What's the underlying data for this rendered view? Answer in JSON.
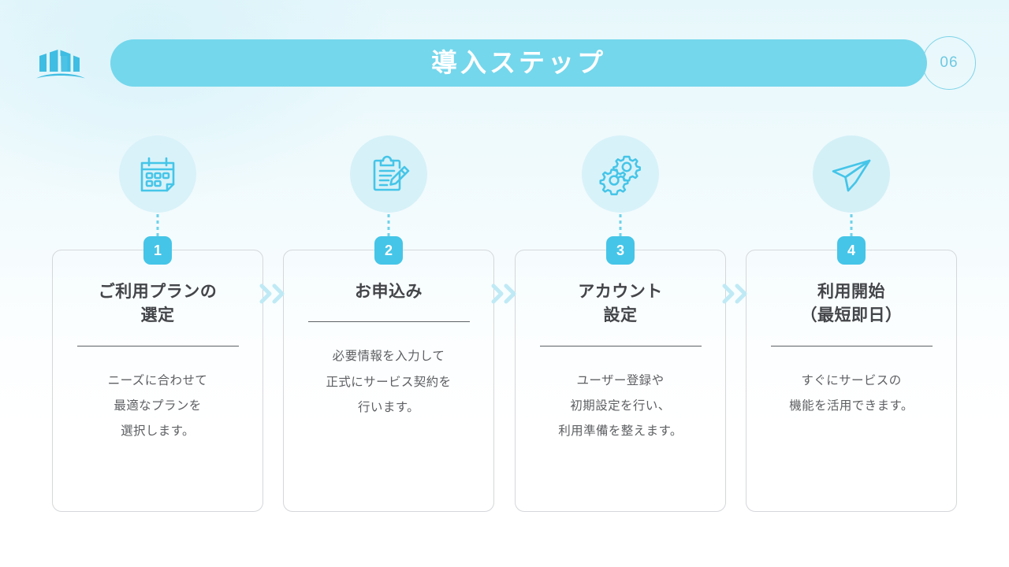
{
  "header": {
    "logo_icon": "building-logo-icon",
    "title": "導入ステップ",
    "page_number": "06",
    "banner_color": "#74d7ec",
    "page_number_color": "#6fc9e2"
  },
  "theme": {
    "accent": "#45c5e8",
    "accent_light": "#74d7ec",
    "icon_circle_bg": "#d9f2f9",
    "chevron_color": "#bfeaf5",
    "card_border": "#d5d7da",
    "title_text_color": "#434548",
    "body_text_color": "#5d5f62"
  },
  "steps": [
    {
      "number": "1",
      "icon": "calendar-icon",
      "title": "ご利用プランの\n選定",
      "body": "ニーズに合わせて\n最適なプランを\n選択します。"
    },
    {
      "number": "2",
      "icon": "clipboard-pencil-icon",
      "title": "お申込み",
      "body": "必要情報を入力して\n正式にサービス契約を\n行います。"
    },
    {
      "number": "3",
      "icon": "gears-icon",
      "title": "アカウント\n設定",
      "body": "ユーザー登録や\n初期設定を行い、\n利用準備を整えます。"
    },
    {
      "number": "4",
      "icon": "paper-plane-icon",
      "title": "利用開始\n（最短即日）",
      "body": "すぐにサービスの\n機能を活用できます。"
    }
  ],
  "connectors": [
    {
      "icon": "double-chevron-right-icon"
    },
    {
      "icon": "double-chevron-right-icon"
    },
    {
      "icon": "double-chevron-right-icon"
    }
  ]
}
